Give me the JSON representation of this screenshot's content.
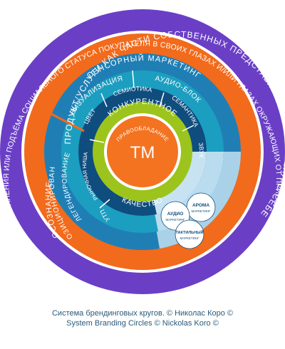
{
  "rings": {
    "outer_arc": "ОЖИДАНИЕ СОХРАНЕНИЯ ИЛИ ПОДЪЁМА СОЦИАЛЬНОГО СТАТУСА ПОКУПАТЕЛЯ В СВОИХ ГЛАЗАХ И/ИЛИ ГЛАЗАХ ОКРУЖАЮЩИХ ОТ ПРИОБЩЕНИЯ К БРЕНДУ",
    "orange_arc": "ПРОДУКТ/УСЛУГИ КАК ЧАСТИ СОБСТВЕННЫХ ПРЕДСТАВЛЕНИЙ ПОКУПАТЕЛЯ О СЕБЕ",
    "orange_left": "ОСОЗНАНИЕ",
    "blue_top": "СЕНСОРНЫЙ МАРКЕТИНГ",
    "blue_left": "ПОЗИЦИОНИРОВАНИЕ",
    "segments_mid": [
      "ВИЗУАЛИЗАЦИЯ",
      "АУДИО-БЛОК"
    ],
    "segments_inner": [
      "ЦВЕТ",
      "СЕМИОТИКА",
      "СЕМАНТИКА",
      "ЗВУК"
    ],
    "segments_left_mid": "ЛЕГЕНДИРОВАНИЕ",
    "segments_left_inner": "РЫНОЧНАЯ НИША",
    "segment_utp": "УТП",
    "green_top": "КОНКУРЕНТНОЕ",
    "green_bottom": "КАЧЕСТВО",
    "orange_core_arc": "ПРАВООБЛАДАНИЕ",
    "core": "ТМ"
  },
  "bubbles": {
    "aroma": [
      "АРОМА",
      "МАРКЕТИНГ"
    ],
    "audio": [
      "АУДИО",
      "МАРКЕТИНГ"
    ],
    "tactile": [
      "ТАКТИЛЬНЫЙ",
      "МАРКЕТИНГ"
    ]
  },
  "caption": {
    "line1": "Система брендинговых кругов. © Николас Коро ©",
    "line2": "System Branding Circles © Nickolas Koro ©"
  },
  "colors": {
    "purple": "#6a3fc6",
    "orange": "#f26a1b",
    "blue": "#1f7fb5",
    "teal_mid": "#1c9ec0",
    "navy_inner": "#0f4d7e",
    "green": "#9cc41c",
    "core_orange": "#f37321"
  }
}
